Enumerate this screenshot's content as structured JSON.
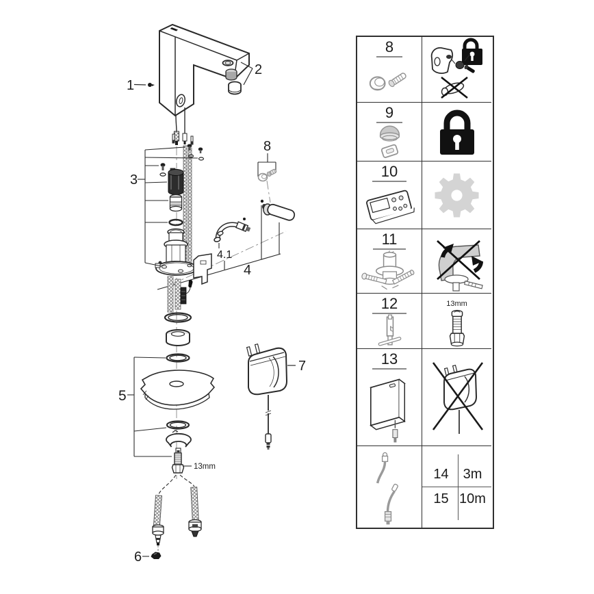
{
  "diagram": {
    "callouts": {
      "c1": "1",
      "c2": "2",
      "c3": "3",
      "c4": "4",
      "c41": "4.1",
      "c5": "5",
      "c6": "6",
      "c7": "7",
      "c8": "8"
    },
    "wrench_size": "13mm"
  },
  "table": {
    "items": [
      {
        "num": "8"
      },
      {
        "num": "9"
      },
      {
        "num": "10"
      },
      {
        "num": "11"
      },
      {
        "num": "12"
      },
      {
        "num": "13"
      }
    ],
    "socket_size": "13mm",
    "cable": {
      "rows": [
        {
          "num": "14",
          "len": "3m"
        },
        {
          "num": "15",
          "len": "10m"
        }
      ]
    }
  },
  "colors": {
    "line": "#2a2a2a",
    "gray_part": "#949494",
    "dark_fill": "#1a1a1a",
    "gear_fill": "#d4d4d4"
  }
}
